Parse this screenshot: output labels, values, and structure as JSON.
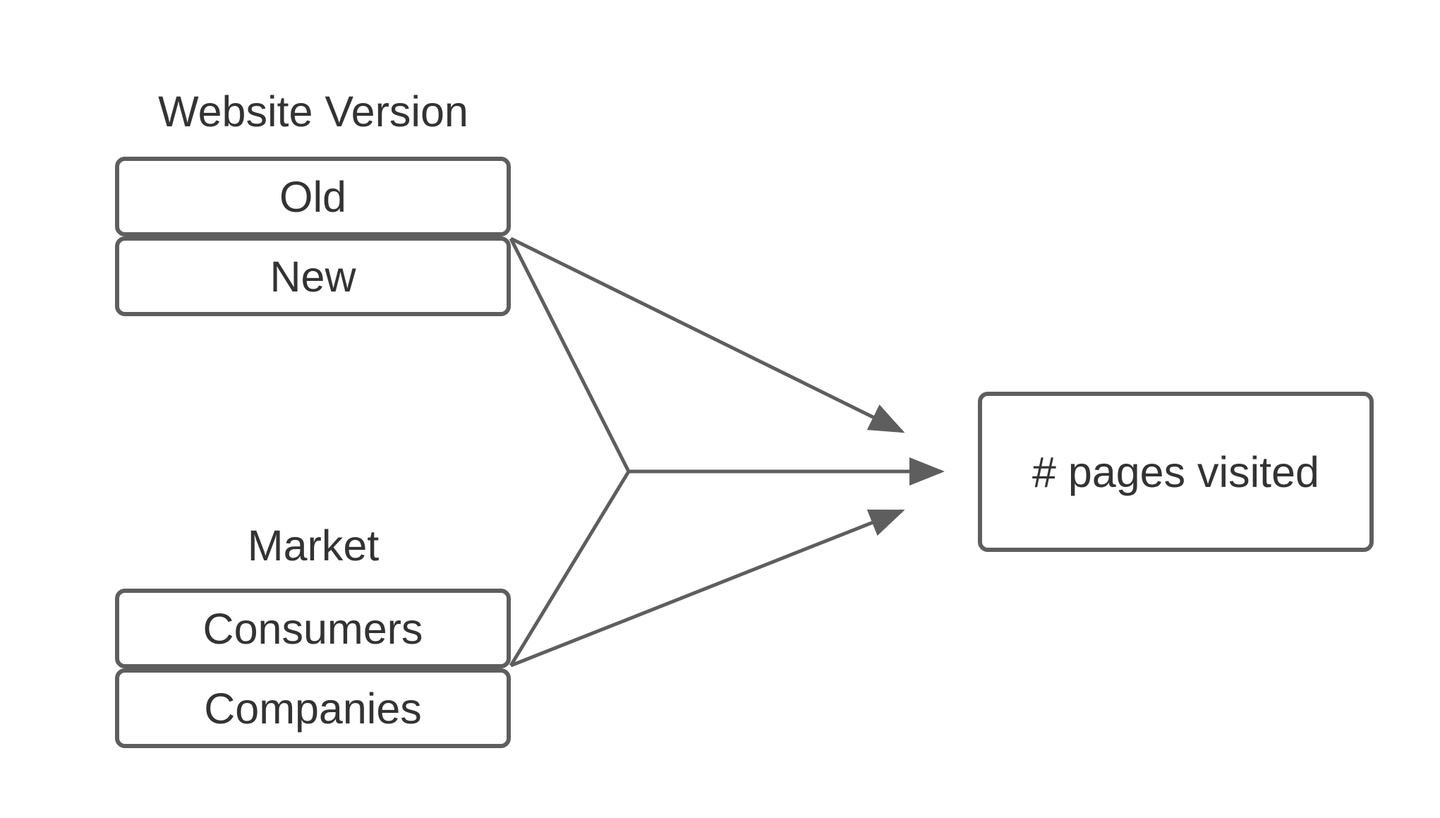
{
  "factors": [
    {
      "title": "Website Version",
      "levels": [
        "Old",
        "New"
      ]
    },
    {
      "title": "Market",
      "levels": [
        "Consumers",
        "Companies"
      ]
    }
  ],
  "outcome": {
    "label": "# pages visited"
  },
  "colors": {
    "stroke": "#5e5e5e",
    "text": "#333333",
    "background": "#ffffff"
  }
}
